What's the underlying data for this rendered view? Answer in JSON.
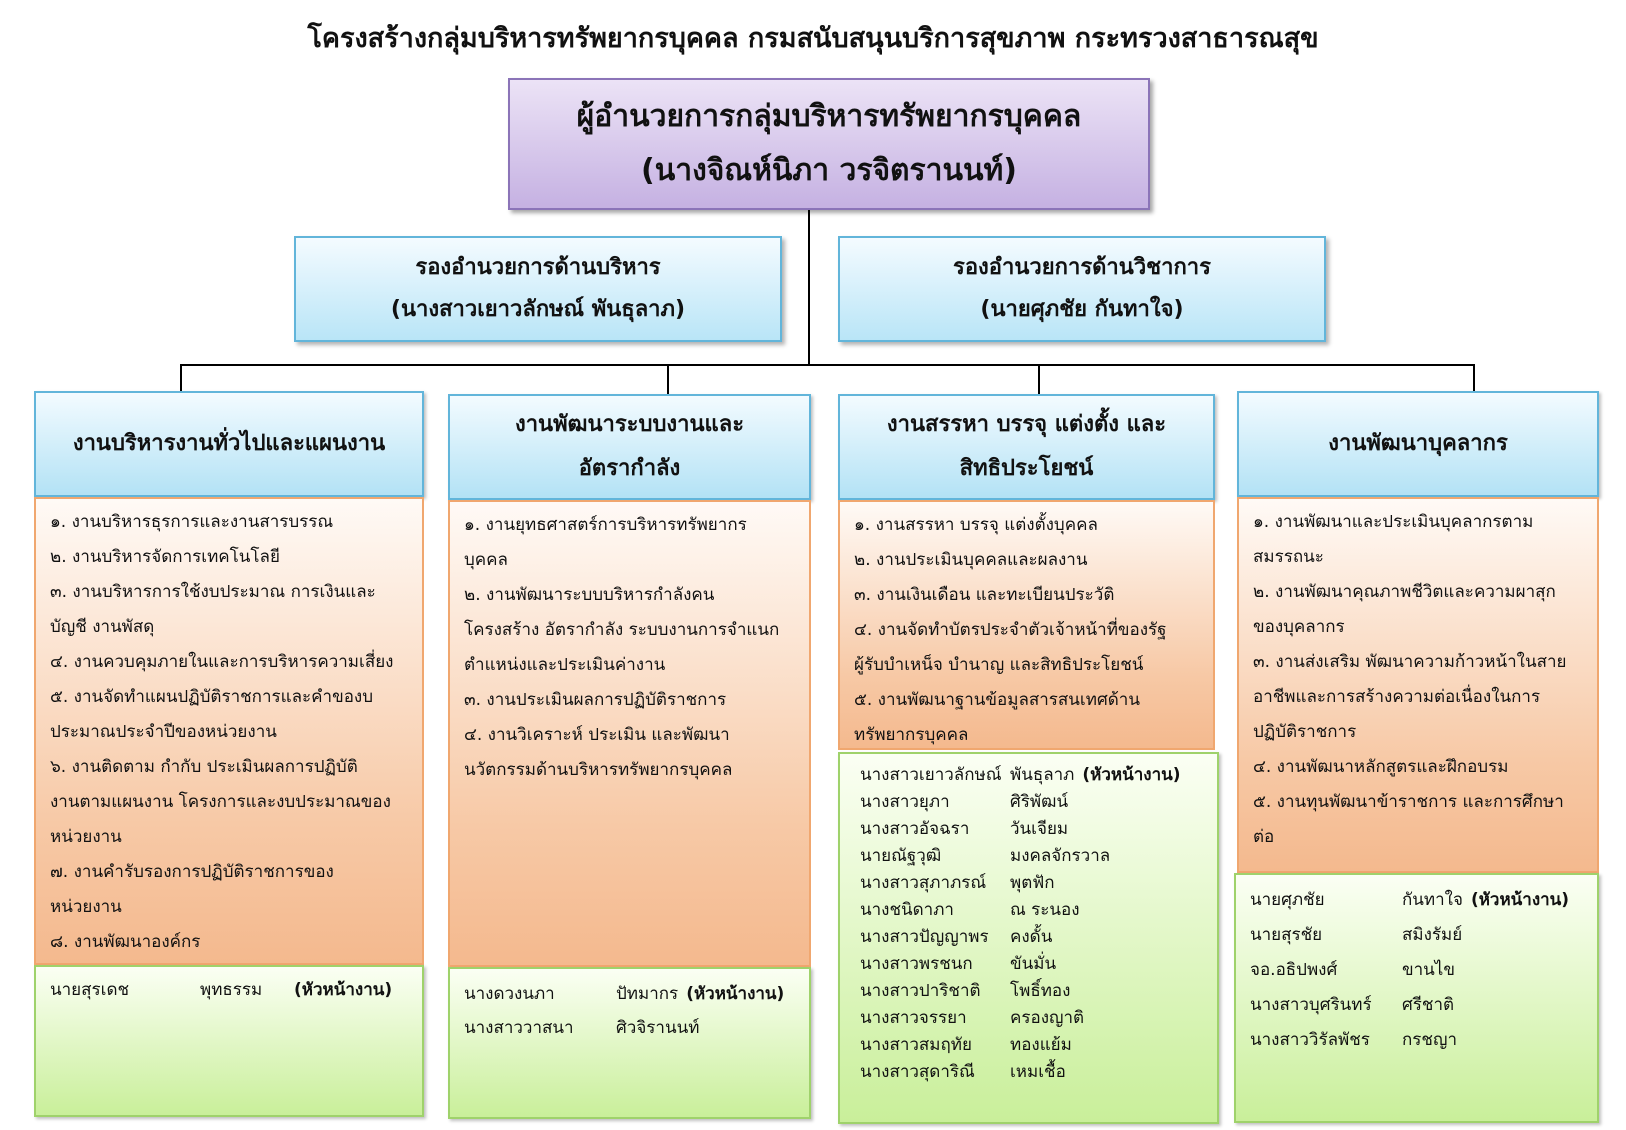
{
  "title": "โครงสร้างกลุ่มบริหารทรัพยากรบุคคล กรมสนับสนุนบริการสุขภาพ  กระทรวงสาธารณสุข",
  "director": {
    "position": "ผู้อำนวยการกลุ่มบริหารทรัพยากรบุคคล",
    "name": "(นางจิณห์นิภา  วรจิตรานนท์)"
  },
  "deputies": [
    {
      "position": "รองอำนวยการด้านบริหาร",
      "name": "(นางสาวเยาวลักษณ์  พันธุลาภ)"
    },
    {
      "position": "รองอำนวยการด้านวิชาการ",
      "name": "(นายศุภชัย  กันทาใจ)"
    }
  ],
  "head_label": "(หัวหน้างาน)",
  "units": [
    {
      "header": [
        "งานบริหารงานทั่วไปและแผนงาน"
      ],
      "tasks": [
        "๑. งานบริหารธุรการและงานสารบรรณ",
        "๒. งานบริหารจัดการเทคโนโลยี",
        "๓. งานบริหารการใช้งบประมาณ การเงินและ",
        "บัญชี งานพัสดุ",
        "๔. งานควบคุมภายในและการบริหารความเสี่ยง",
        "๕. งานจัดทำแผนปฏิบัติราชการและคำของบ",
        "ประมาณประจำปีของหน่วยงาน",
        "๖. งานติดตาม กำกับ ประเมินผลการปฏิบัติ",
        "งานตามแผนงาน โครงการและงบประมาณของ",
        "หน่วยงาน",
        "๗. งานคำรับรองการปฏิบัติราชการของ",
        "หน่วยงาน",
        "๘. งานพัฒนาองค์กร"
      ],
      "staff": [
        {
          "first": "นายสุรเดช",
          "last": "พุทธรรม",
          "head": true
        }
      ]
    },
    {
      "header": [
        "งานพัฒนาระบบงานและ",
        "อัตรากำลัง"
      ],
      "tasks": [
        "๑. งานยุทธศาสตร์การบริหารทรัพยากร",
        "บุคคล",
        "๒. งานพัฒนาระบบบริหารกำลังคน",
        "โครงสร้าง อัตรากำลัง ระบบงานการจำแนก",
        "ตำแหน่งและประเมินค่างาน",
        "๓. งานประเมินผลการปฏิบัติราชการ",
        "๔. งานวิเคราะห์ ประเมิน และพัฒนา",
        "นวัตกรรมด้านบริหารทรัพยากรบุคคล"
      ],
      "staff": [
        {
          "first": "นางดวงนภา",
          "last": "ปัทมากร",
          "head": true
        },
        {
          "first": "นางสาววาสนา",
          "last": "ศิวจิรานนท์",
          "head": false
        }
      ]
    },
    {
      "header": [
        "งานสรรหา บรรจุ แต่งตั้ง และ",
        "สิทธิประโยชน์"
      ],
      "tasks": [
        "๑. งานสรรหา บรรจุ แต่งตั้งบุคคล",
        "๒. งานประเมินบุคคลและผลงาน",
        "๓. งานเงินเดือน  และทะเบียนประวัติ",
        "๔. งานจัดทำบัตรประจำตัวเจ้าหน้าที่ของรัฐ",
        "ผู้รับบำเหน็จ บำนาญ  และสิทธิประโยชน์",
        "๕. งานพัฒนาฐานข้อมูลสารสนเทศด้าน",
        "ทรัพยากรบุคคล"
      ],
      "staff": [
        {
          "first": "นางสาวเยาวลักษณ์",
          "last": "พันธุลาภ",
          "head": true
        },
        {
          "first": "นางสาวยุภา",
          "last": "ศิริพัฒน์",
          "head": false
        },
        {
          "first": "นางสาวอัจฉรา",
          "last": "วันเจียม",
          "head": false
        },
        {
          "first": "นายณัฐวุฒิ",
          "last": "มงคลจักรวาล",
          "head": false
        },
        {
          "first": "นางสาวสุภาภรณ์",
          "last": "พุตฟัก",
          "head": false
        },
        {
          "first": "นางชนิดาภา",
          "last": "ณ ระนอง",
          "head": false
        },
        {
          "first": "นางสาวปัญญาพร",
          "last": "คงดั้น",
          "head": false
        },
        {
          "first": "นางสาวพรชนก",
          "last": "ขันมั่น",
          "head": false
        },
        {
          "first": "นางสาวปาริชาติ",
          "last": "โพธิ์ทอง",
          "head": false
        },
        {
          "first": "นางสาวจรรยา",
          "last": "ครองญาติ",
          "head": false
        },
        {
          "first": "นางสาวสมฤทัย",
          "last": "ทองแย้ม",
          "head": false
        },
        {
          "first": "นางสาวสุดาริณี",
          "last": "เหมเชื้อ",
          "head": false
        }
      ]
    },
    {
      "header": [
        "งานพัฒนาบุคลากร"
      ],
      "tasks": [
        "๑. งานพัฒนาและประเมินบุคลากรตาม",
        "สมรรถนะ",
        "๒. งานพัฒนาคุณภาพชีวิตและความผาสุก",
        "ของบุคลากร",
        "๓. งานส่งเสริม พัฒนาความก้าวหน้าในสาย",
        "อาชีพและการสร้างความต่อเนื่องในการ",
        "ปฏิบัติราชการ",
        "๔. งานพัฒนาหลักสูตรและฝึกอบรม",
        "๕. งานทุนพัฒนาข้าราชการ และการศึกษา",
        "ต่อ"
      ],
      "staff": [
        {
          "first": "นายศุภชัย",
          "last": "กันทาใจ",
          "head": true
        },
        {
          "first": "นายสุรชัย",
          "last": "สมิงรัมย์",
          "head": false
        },
        {
          "first": "จอ.อธิปพงศ์",
          "last": "ขานไข",
          "head": false
        },
        {
          "first": "นางสาวบุศรินทร์",
          "last": "ศรีชาติ",
          "head": false
        },
        {
          "first": "นางสาววิรัลพัชร",
          "last": "กรชญา",
          "head": false
        }
      ]
    }
  ]
}
